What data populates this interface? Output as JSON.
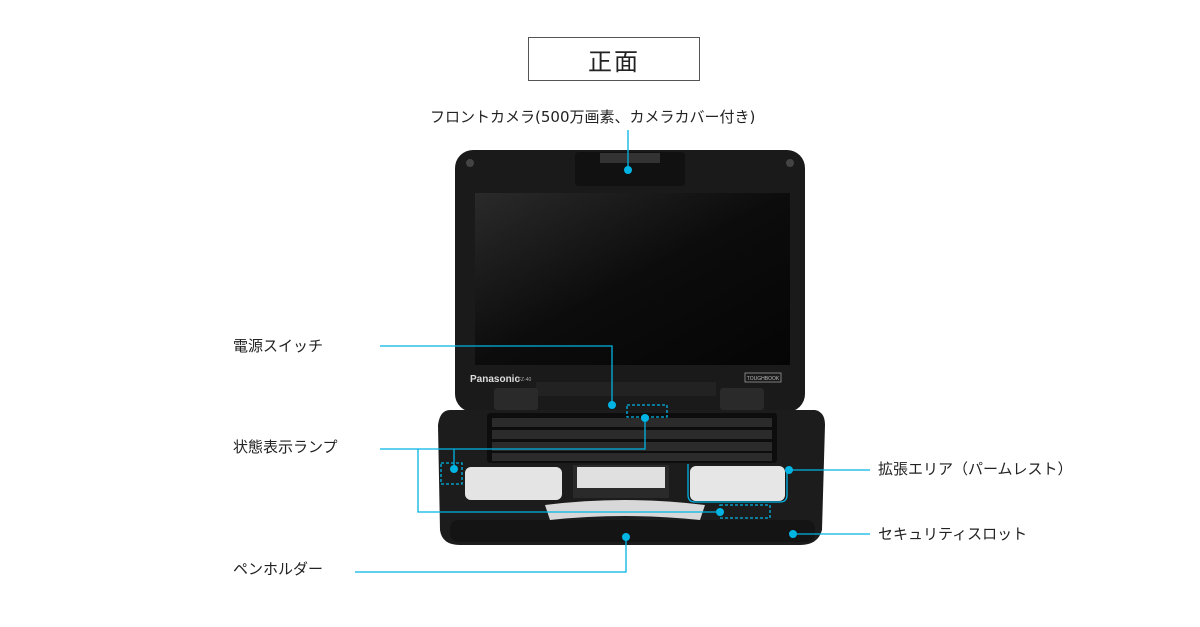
{
  "title": "正面",
  "accent_color": "#00b4e4",
  "brand": {
    "logo": "Panasonic",
    "model": "FZ-40",
    "badge": "TOUGHBOOK"
  },
  "callouts": {
    "front_camera": "フロントカメラ(500万画素、カメラカバー付き)",
    "power_switch": "電源スイッチ",
    "status_lamps": "状態表示ランプ",
    "expansion_area": "拡張エリア（パームレスト）",
    "security_slot": "セキュリティスロット",
    "pen_holder": "ペンホルダー"
  }
}
